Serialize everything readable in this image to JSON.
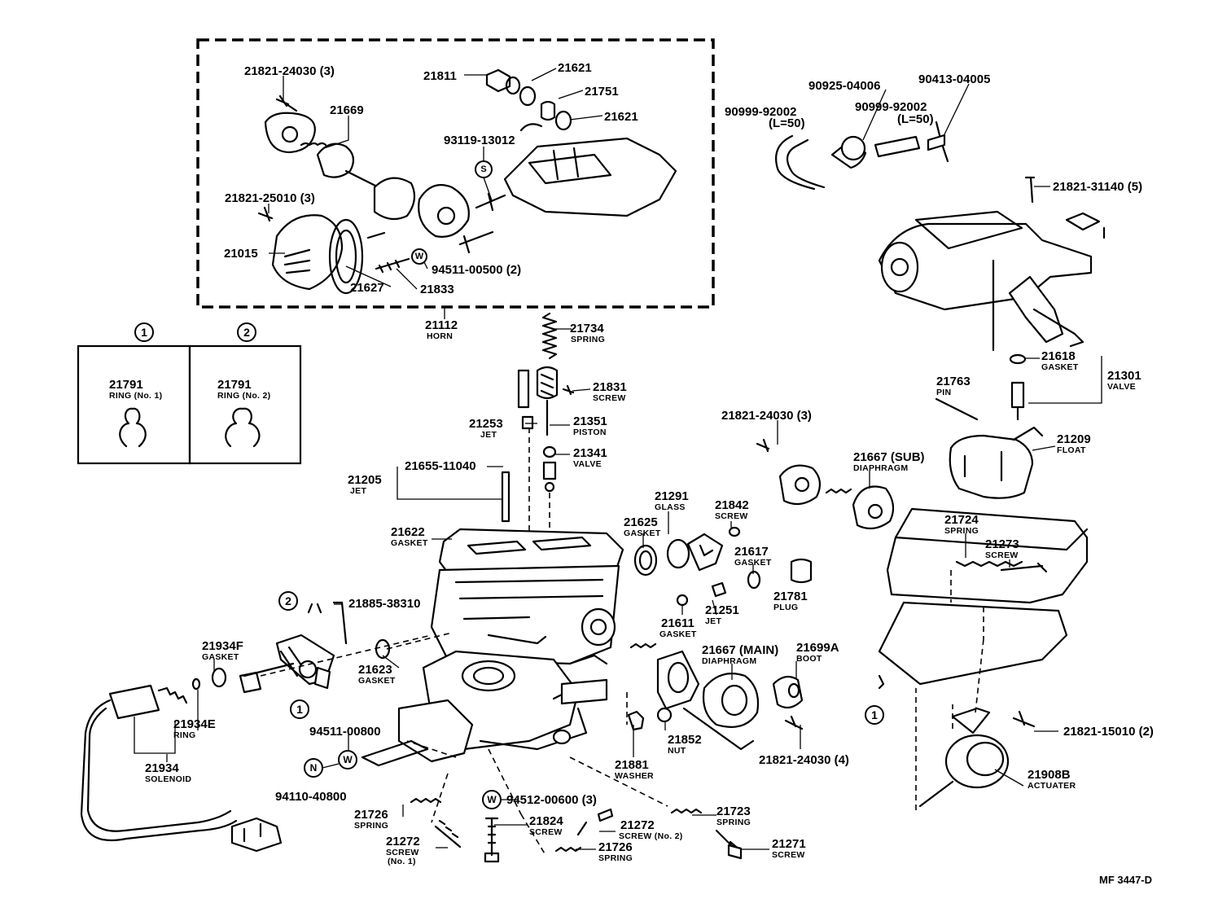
{
  "diagram": {
    "doc_code": "MF 3447-D",
    "callouts": [
      {
        "id": "c1",
        "num": "21821-24030 (3)",
        "sub": ""
      },
      {
        "id": "c2",
        "num": "21669",
        "sub": ""
      },
      {
        "id": "c3",
        "num": "21811",
        "sub": ""
      },
      {
        "id": "c4",
        "num": "21621",
        "sub": ""
      },
      {
        "id": "c5",
        "num": "21751",
        "sub": ""
      },
      {
        "id": "c6",
        "num": "21621",
        "sub": ""
      },
      {
        "id": "c7",
        "num": "93119-13012",
        "sub": ""
      },
      {
        "id": "c8",
        "num": "21821-25010 (3)",
        "sub": ""
      },
      {
        "id": "c9",
        "num": "21015",
        "sub": ""
      },
      {
        "id": "c10",
        "num": "21627",
        "sub": ""
      },
      {
        "id": "c11",
        "num": "21833",
        "sub": ""
      },
      {
        "id": "c12",
        "num": "94511-00500 (2)",
        "sub": ""
      },
      {
        "id": "c13",
        "num": "21112",
        "sub": "HORN"
      },
      {
        "id": "c14",
        "num": "21734",
        "sub": "SPRING"
      },
      {
        "id": "c15",
        "num": "90925-04006",
        "sub": ""
      },
      {
        "id": "c16",
        "num": "90413-04005",
        "sub": ""
      },
      {
        "id": "c17",
        "num": "90999-92002",
        "sub": "(L=50)"
      },
      {
        "id": "c18",
        "num": "90999-92002",
        "sub": "(L=50)"
      },
      {
        "id": "c19",
        "num": "21821-31140 (5)",
        "sub": ""
      },
      {
        "id": "c20",
        "num": "21618",
        "sub": "GASKET"
      },
      {
        "id": "c21",
        "num": "21301",
        "sub": "VALVE"
      },
      {
        "id": "c22",
        "num": "21763",
        "sub": "PIN"
      },
      {
        "id": "c23",
        "num": "21209",
        "sub": "FLOAT"
      },
      {
        "id": "c24",
        "num": "21831",
        "sub": "SCREW"
      },
      {
        "id": "c25",
        "num": "21253",
        "sub": "JET"
      },
      {
        "id": "c26",
        "num": "21351",
        "sub": "PISTON"
      },
      {
        "id": "c27",
        "num": "21341",
        "sub": "VALVE"
      },
      {
        "id": "c28",
        "num": "21655-11040",
        "sub": ""
      },
      {
        "id": "c29",
        "num": "21205",
        "sub": "JET"
      },
      {
        "id": "c30",
        "num": "21821-24030 (3)",
        "sub": ""
      },
      {
        "id": "c31",
        "num": "21667 (SUB)",
        "sub": "DIAPHRAGM"
      },
      {
        "id": "c32",
        "num": "21291",
        "sub": "GLASS"
      },
      {
        "id": "c33",
        "num": "21842",
        "sub": "SCREW"
      },
      {
        "id": "c34",
        "num": "21625",
        "sub": "GASKET"
      },
      {
        "id": "c35",
        "num": "21622",
        "sub": "GASKET"
      },
      {
        "id": "c36",
        "num": "21617",
        "sub": "GASKET"
      },
      {
        "id": "c37",
        "num": "21781",
        "sub": "PLUG"
      },
      {
        "id": "c38",
        "num": "21724",
        "sub": "SPRING"
      },
      {
        "id": "c39",
        "num": "21273",
        "sub": "SCREW"
      },
      {
        "id": "c40",
        "num": "21885-38310",
        "sub": ""
      },
      {
        "id": "c41",
        "num": "21251",
        "sub": "JET"
      },
      {
        "id": "c42",
        "num": "21611",
        "sub": "GASKET"
      },
      {
        "id": "c43",
        "num": "21934F",
        "sub": "GASKET"
      },
      {
        "id": "c44",
        "num": "21623",
        "sub": "GASKET"
      },
      {
        "id": "c45",
        "num": "21667 (MAIN)",
        "sub": "DIAPHRAGM"
      },
      {
        "id": "c46",
        "num": "21699A",
        "sub": "BOOT"
      },
      {
        "id": "c47",
        "num": "21934E",
        "sub": "RING"
      },
      {
        "id": "c48",
        "num": "94511-00800",
        "sub": ""
      },
      {
        "id": "c49",
        "num": "21934",
        "sub": "SOLENOID"
      },
      {
        "id": "c50",
        "num": "94110-40800",
        "sub": ""
      },
      {
        "id": "c51",
        "num": "21852",
        "sub": "NUT"
      },
      {
        "id": "c52",
        "num": "21881",
        "sub": "WASHER"
      },
      {
        "id": "c53",
        "num": "21821-24030 (4)",
        "sub": ""
      },
      {
        "id": "c54",
        "num": "21821-15010 (2)",
        "sub": ""
      },
      {
        "id": "c55",
        "num": "21908B",
        "sub": "ACTUATER"
      },
      {
        "id": "c56",
        "num": "94512-00600 (3)",
        "sub": ""
      },
      {
        "id": "c57",
        "num": "21726",
        "sub": "SPRING"
      },
      {
        "id": "c58",
        "num": "21824",
        "sub": "SCREW"
      },
      {
        "id": "c59",
        "num": "21272",
        "sub": "SCREW (No. 2)"
      },
      {
        "id": "c60",
        "num": "21723",
        "sub": "SPRING"
      },
      {
        "id": "c61",
        "num": "21272",
        "sub": "SCREW"
      },
      {
        "id": "c62",
        "num": "21726",
        "sub": "SPRING"
      },
      {
        "id": "c63",
        "num": "21271",
        "sub": "SCREW"
      }
    ],
    "extra_labels": {
      "c61_sub2": "(No. 1)"
    },
    "insets": [
      {
        "marker": "1",
        "num": "21791",
        "sub": "RING (No. 1)"
      },
      {
        "marker": "2",
        "num": "21791",
        "sub": "RING (No. 2)"
      }
    ],
    "markers": {
      "s": "S",
      "w": "W",
      "n": "N",
      "one": "1",
      "two": "2"
    }
  }
}
